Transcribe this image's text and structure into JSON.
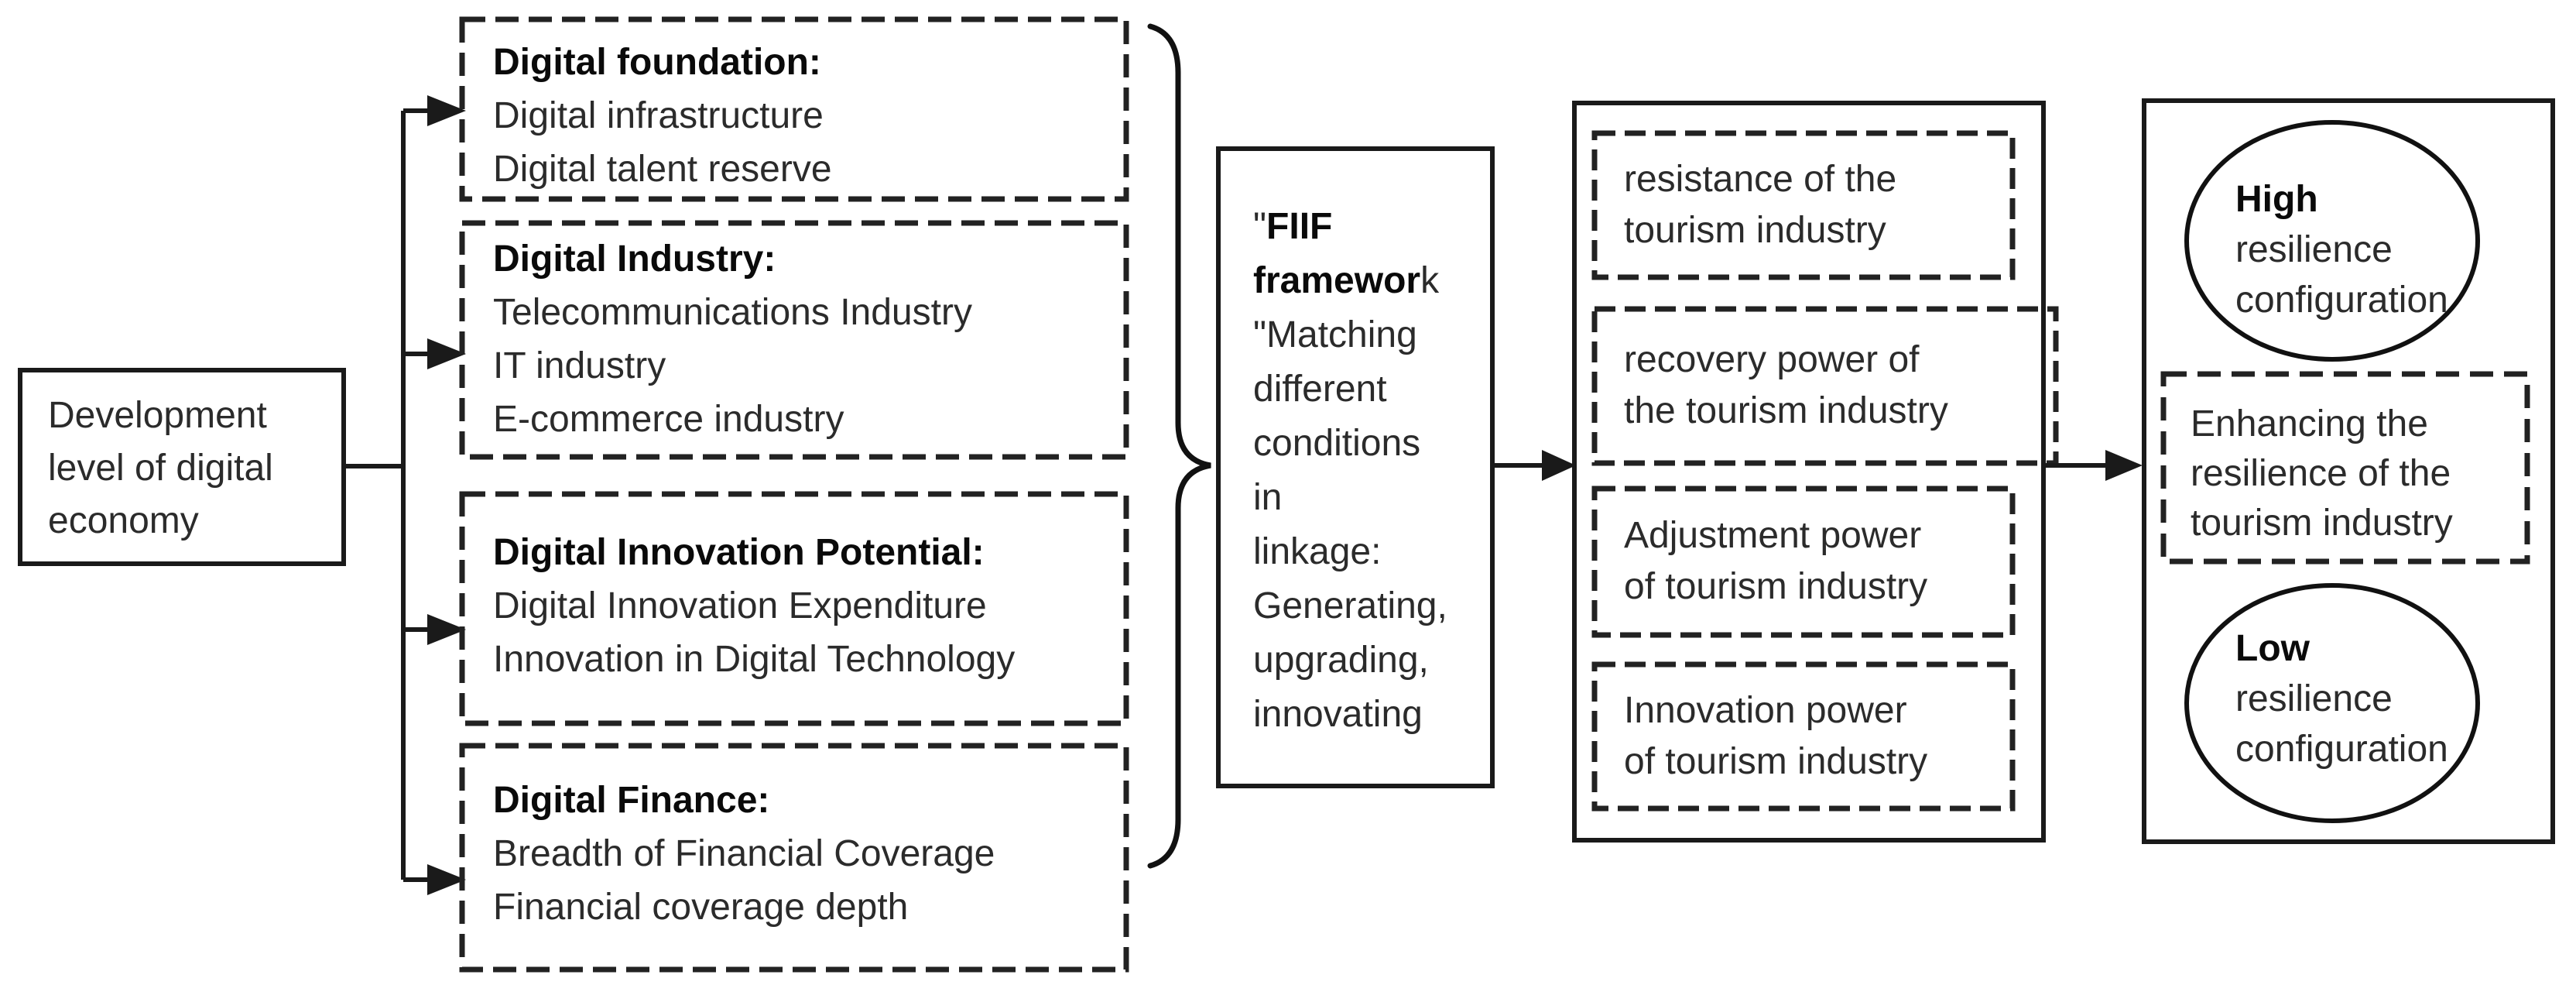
{
  "source_node": {
    "label": "Development level of digital economy"
  },
  "indicator_boxes": [
    {
      "title": "Digital foundation:",
      "items": [
        "Digital infrastructure",
        "Digital talent reserve"
      ]
    },
    {
      "title": "Digital Industry:",
      "items": [
        "Telecommunications Industry",
        "IT industry",
        "E-commerce industry"
      ]
    },
    {
      "title": "Digital Innovation Potential:",
      "items": [
        "Digital Innovation Expenditure",
        "Innovation in Digital Technology"
      ]
    },
    {
      "title": "Digital Finance:",
      "items": [
        "Breadth of Financial Coverage",
        "Financial coverage depth"
      ]
    }
  ],
  "fiif_box": {
    "line1_prefix": "\"",
    "line1_bold": "FIIF",
    "line2_bold": "framewor",
    "line2_suffix": "k",
    "lines": [
      "\"Matching",
      "different",
      "conditions",
      "in",
      "linkage:",
      "Generating,",
      "upgrading,",
      "innovating"
    ]
  },
  "outcome_boxes": [
    {
      "lines": [
        "resistance of the",
        "tourism industry"
      ]
    },
    {
      "lines": [
        "recovery power of",
        "the tourism industry"
      ]
    },
    {
      "lines": [
        "Adjustment power",
        "of tourism industry"
      ]
    },
    {
      "lines": [
        "Innovation power",
        "of tourism industry"
      ]
    }
  ],
  "result_panel": {
    "high_config": {
      "bold": "High",
      "lines": [
        "resilience",
        "configuration"
      ]
    },
    "enhance_box": {
      "lines": [
        "Enhancing the",
        "resilience of the",
        "tourism industry"
      ]
    },
    "low_config": {
      "bold": "Low",
      "lines": [
        "resilience",
        "configuration"
      ]
    }
  },
  "colors": {
    "stroke": "#1a1a1a",
    "text": "#2b2b2b",
    "bold_text": "#0a0a0a",
    "background": "#ffffff"
  }
}
